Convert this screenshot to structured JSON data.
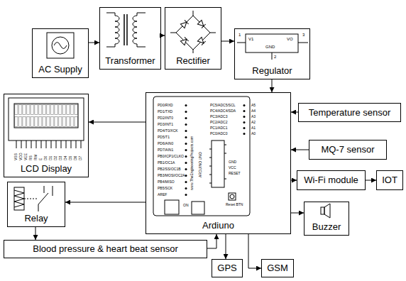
{
  "diagram": {
    "nodes": [
      {
        "text": [
          "AC Supply"
        ]
      },
      {
        "text": [
          "Transformer"
        ]
      },
      {
        "text": [
          "Rectifier"
        ]
      },
      {
        "text": [
          "Regulator"
        ]
      },
      {
        "text": [
          "LCD Display"
        ]
      },
      {
        "text": [
          "Ardiuno"
        ]
      },
      {
        "text": [
          "Temperature sensor"
        ]
      },
      {
        "text": [
          "MQ-7 sensor"
        ]
      },
      {
        "text": [
          "Wi-Fi module"
        ]
      },
      {
        "text": [
          "IOT"
        ]
      },
      {
        "text": [
          "Relay"
        ]
      },
      {
        "text": [
          "Buzzer"
        ]
      },
      {
        "text": [
          "Blood pressure & heart beat sensor"
        ]
      },
      {
        "text": [
          "GPS"
        ]
      },
      {
        "text": [
          "GSM"
        ]
      }
    ],
    "edges": [
      {
        "from": 0,
        "to": 1,
        "arrow": "to"
      },
      {
        "from": 1,
        "to": 2,
        "arrow": "to"
      },
      {
        "from": 2,
        "to": 3,
        "arrow": "to"
      },
      {
        "from": 3,
        "to": 5,
        "arrow": "to"
      },
      {
        "from": 5,
        "to": 4,
        "arrow": "to"
      },
      {
        "from": 6,
        "to": 5,
        "arrow": "to"
      },
      {
        "from": 7,
        "to": 5,
        "arrow": "to"
      },
      {
        "from": 5,
        "to": 8,
        "arrow": "to"
      },
      {
        "from": 8,
        "to": 9,
        "arrow": "to"
      },
      {
        "from": 5,
        "to": 11,
        "arrow": "to"
      },
      {
        "from": 5,
        "to": 10,
        "arrow": "to"
      },
      {
        "from": 10,
        "to": 12,
        "arrow": "to"
      },
      {
        "from": 12,
        "to": 5,
        "arrow": "to"
      },
      {
        "from": 5,
        "to": 13,
        "arrow": "to"
      },
      {
        "from": 5,
        "to": 14,
        "arrow": "to"
      }
    ],
    "labels": [
      "VSS",
      "VDD",
      "VEE",
      "RS",
      "RW",
      "E",
      "D0",
      "D1",
      "D2",
      "D3",
      "D4",
      "D5",
      "D6",
      "D7",
      "1",
      "V1",
      "GND",
      "VO",
      "3",
      "2",
      "PD0/RXD",
      "PD1/TXD",
      "PD2/INT0",
      "PD3/INT1",
      "PD4/T0/XCK",
      "PD5/T1",
      "PD6/AIN0",
      "PD7/AIN1",
      "PB0/ICP1/CLKO",
      "PB1/OC1A",
      "PB2/SS/OC1B",
      "PB3/MOSI/OC2A",
      "PB4/MISO",
      "PB5/SCK",
      "AREF",
      "PC5/ADC5/SCL",
      "PC4/ADC4/SDA",
      "PC3/ADC3",
      "PC2/ADC2",
      "PC1/ADC1",
      "PC0/ADC0",
      "A5",
      "A4",
      "A3",
      "A2",
      "A1",
      "A0",
      "GND",
      "VCC",
      "RESET",
      "www.TheEngineeringProjects.com",
      "ARDUINO UNO",
      "ON",
      "Reset BTN"
    ]
  }
}
